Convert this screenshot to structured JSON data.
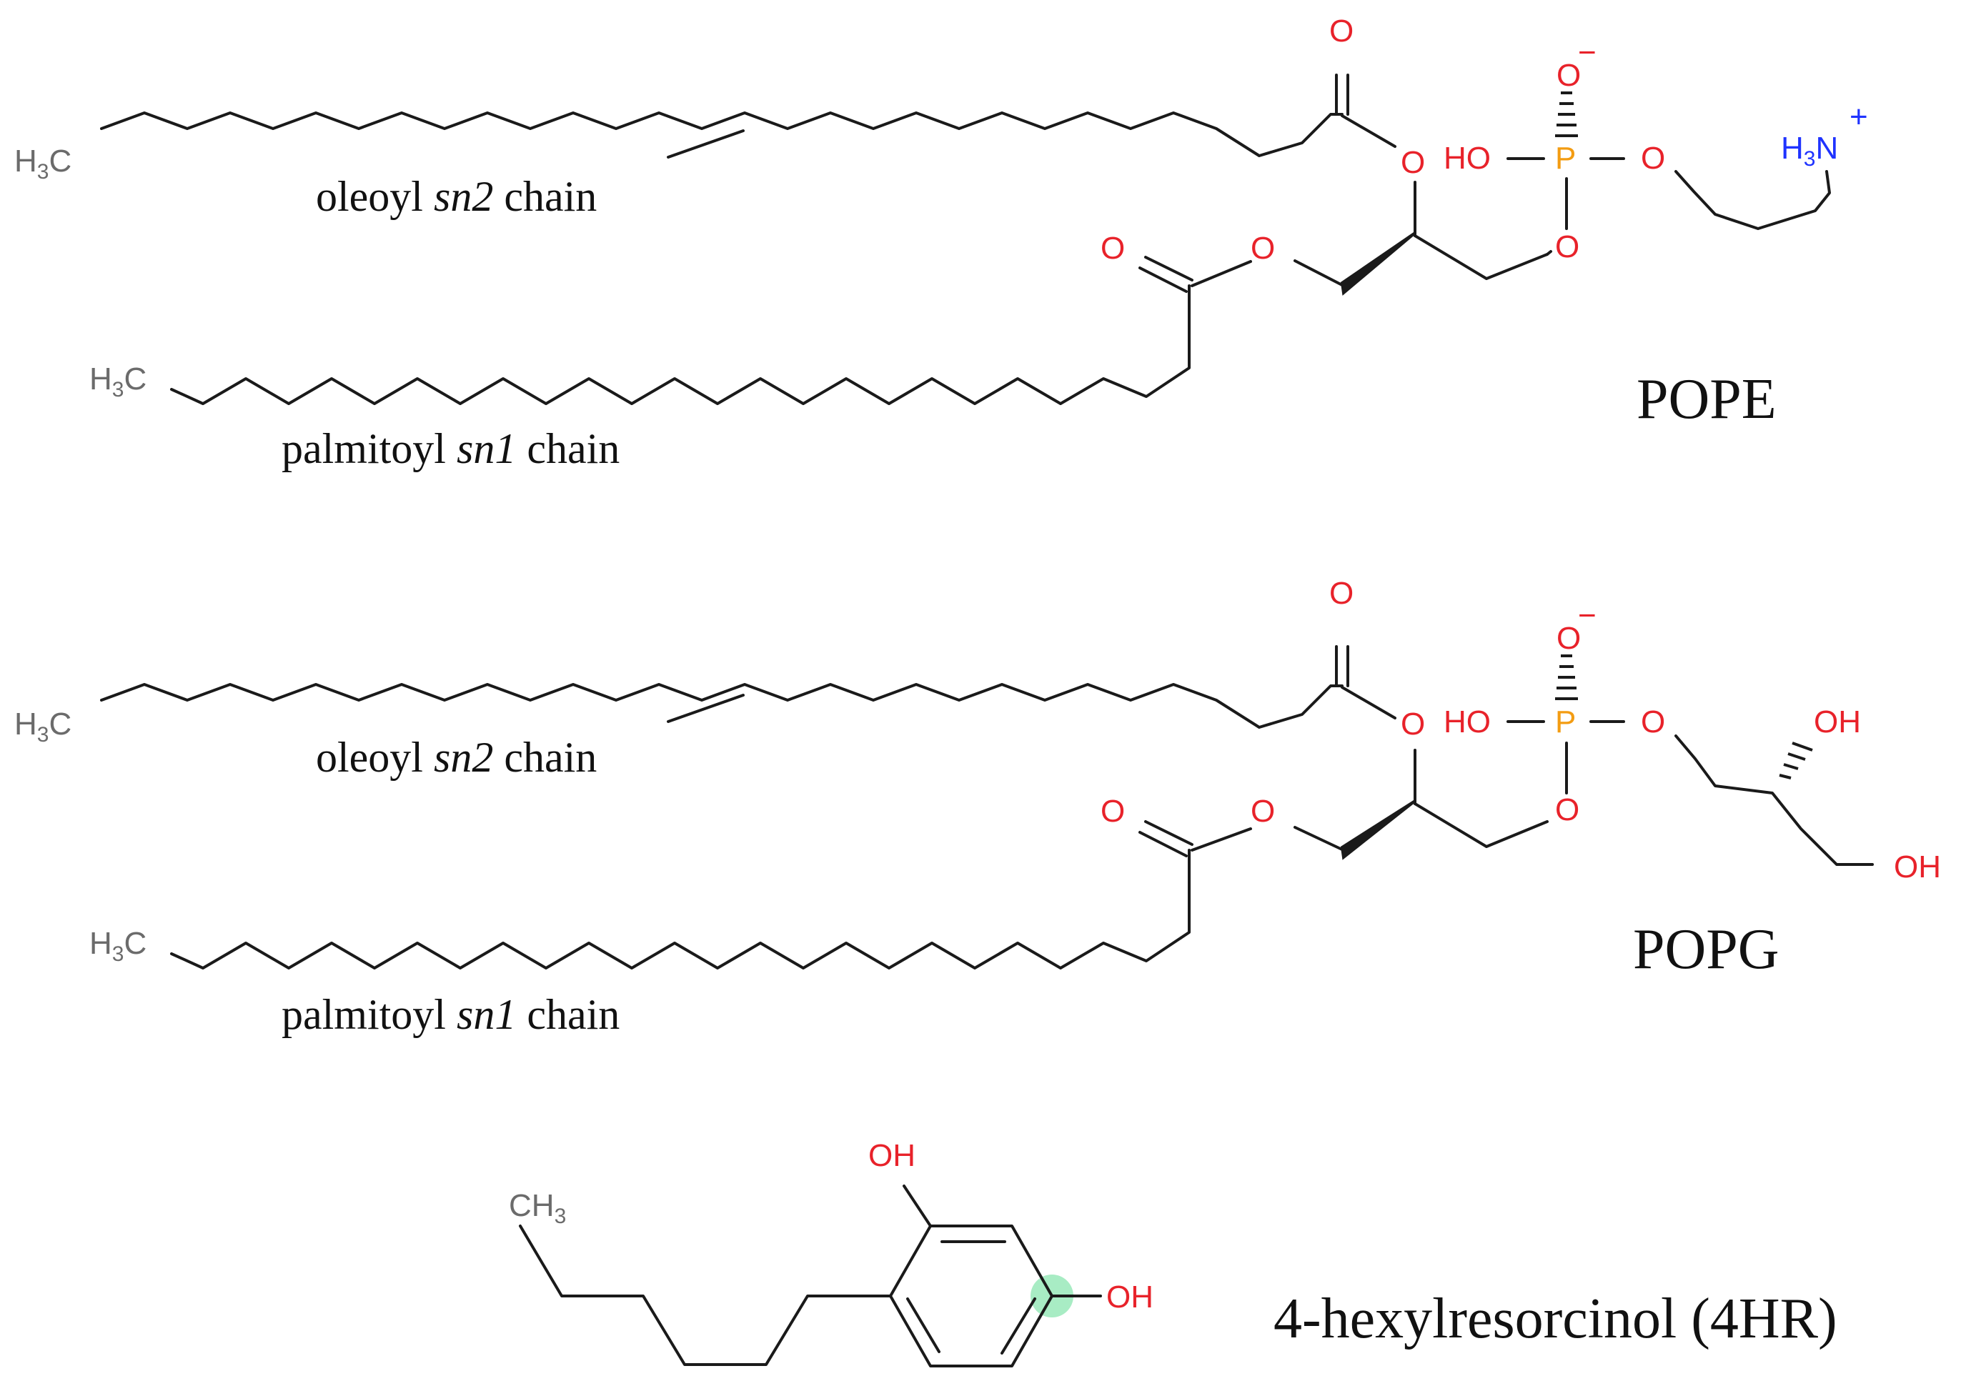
{
  "molecules": [
    {
      "name": "POPE",
      "chain_labels": {
        "oleoyl": {
          "prefix": "oleoyl ",
          "italic": "sn2",
          "suffix": " chain"
        },
        "palmitoyl": {
          "prefix": "palmitoyl ",
          "italic": "sn1",
          "suffix": " chain"
        }
      },
      "headgroup": "ethanolamine",
      "atoms": {
        "methyl_top": "H3C",
        "methyl_bottom": "H3C",
        "carbonyl_o_top": "O",
        "ester_o_top": "O",
        "carbonyl_o_bottom": "O",
        "ester_o_bottom": "O",
        "phosphate_o_minus": "O",
        "charge_minus": "−",
        "phosphate_p": "P",
        "phosphate_ho": "HO",
        "phosphate_o_right": "O",
        "phosphate_o_bottom": "O",
        "amine": "H3N",
        "charge_plus": "+"
      }
    },
    {
      "name": "POPG",
      "chain_labels": {
        "oleoyl": {
          "prefix": "oleoyl ",
          "italic": "sn2",
          "suffix": " chain"
        },
        "palmitoyl": {
          "prefix": "palmitoyl ",
          "italic": "sn1",
          "suffix": " chain"
        }
      },
      "headgroup": "glycerol",
      "atoms": {
        "methyl_top": "H3C",
        "methyl_bottom": "H3C",
        "carbonyl_o_top": "O",
        "ester_o_top": "O",
        "carbonyl_o_bottom": "O",
        "ester_o_bottom": "O",
        "phosphate_o_minus": "O",
        "charge_minus": "−",
        "phosphate_p": "P",
        "phosphate_ho": "HO",
        "phosphate_o_right": "O",
        "phosphate_o_bottom": "O",
        "oh_1": "OH",
        "oh_2": "OH"
      }
    },
    {
      "name": "4-hexylresorcinol (4HR)",
      "atoms": {
        "methyl": "CH3",
        "oh_top": "OH",
        "oh_right": "OH"
      },
      "highlight_color": "#a8ecc4"
    }
  ],
  "colors": {
    "carbon_label": "#6b6b6b",
    "oxygen": "#e8222a",
    "phosphorus": "#f39c12",
    "nitrogen": "#1f33ff",
    "bond": "#1a1a1a"
  }
}
